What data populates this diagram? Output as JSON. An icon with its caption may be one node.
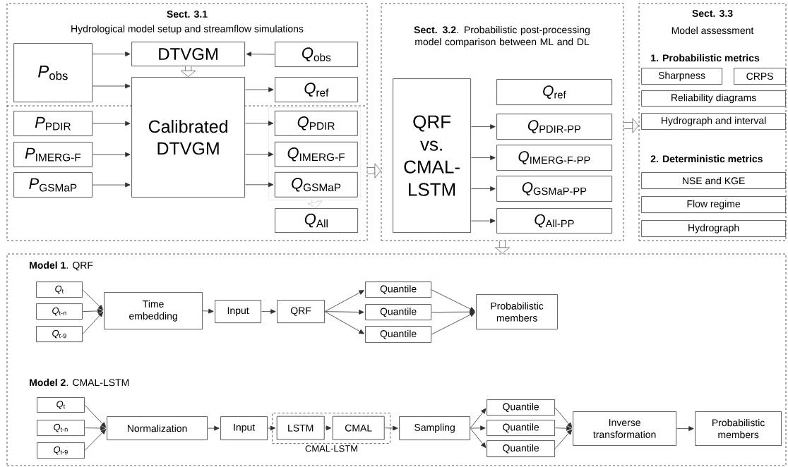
{
  "diagram": {
    "nodes": [
      {
        "text": [
          "Sect. 3.1",
          "Hydrological model setup and streamflow simulations"
        ]
      },
      {
        "text": [
          "*P*$_{obs}$"
        ],
        "in": 0
      },
      {
        "text": [
          "DTVGM"
        ],
        "in": 0
      },
      {
        "text": [
          "*Q*$_{obs}$"
        ],
        "in": 0
      },
      {
        "text": [
          "Calibrated DTVGM"
        ],
        "in": 0
      },
      {
        "text": [
          "*Q*$_{ref}$"
        ],
        "in": 0
      },
      {
        "text": [
          "*P*$_{PDIR}$"
        ],
        "in": 0
      },
      {
        "text": [
          "*P*$_{IMERG-F}$"
        ],
        "in": 0
      },
      {
        "text": [
          "*P*$_{GSMaP}$"
        ],
        "in": 0
      },
      {
        "text": [],
        "shape": "box",
        "in": 0
      },
      {
        "text": [
          "*Q*$_{PDIR}$"
        ],
        "in": 9
      },
      {
        "text": [
          "*Q*$_{IMERG-F}$"
        ],
        "in": 9
      },
      {
        "text": [
          "*Q*$_{GSMaP}$"
        ],
        "in": 9
      },
      {
        "text": [
          "*Q*$_{All}$"
        ],
        "in": 0
      },
      {
        "text": [
          "**Sect. 3.2**. Probabilistic post-processing model comparison between ML and DL"
        ]
      },
      {
        "text": [
          "QRF vs. CMAL-LSTM"
        ],
        "in": 14
      },
      {
        "text": [
          "*Q*$_{ref}$"
        ],
        "in": 14
      },
      {
        "text": [
          "*Q*$_{PDIR-PP}$"
        ],
        "in": 14
      },
      {
        "text": [
          "*Q*$_{IMERG-F-PP}$"
        ],
        "in": 14
      },
      {
        "text": [
          "*Q*$_{GSMaP-PP}$"
        ],
        "in": 14
      },
      {
        "text": [
          "*Q*$_{All-PP}$"
        ],
        "in": 14
      },
      {
        "text": [
          "Sect. 3.3",
          "Model assessment",
          "1. Probabilistic metrics",
          "2. Deterministic metrics"
        ]
      },
      {
        "text": [
          "Sharpness"
        ],
        "in": 21
      },
      {
        "text": [
          "CRPS"
        ],
        "in": 21
      },
      {
        "text": [
          "Reliability diagrams"
        ],
        "in": 21
      },
      {
        "text": [
          "Hydrograph and interval"
        ],
        "in": 21
      },
      {
        "text": [
          "NSE and KGE"
        ],
        "in": 21
      },
      {
        "text": [
          "Flow regime"
        ],
        "in": 21
      },
      {
        "text": [
          "Hydrograph"
        ],
        "in": 21
      },
      {
        "text": [
          "**Model 1**. QRF",
          "**Model 2**. CMAL-LSTM"
        ]
      },
      {
        "text": [
          "*Q*$_{t}$"
        ],
        "in": 29
      },
      {
        "text": [
          "*Q*$_{t-n}$"
        ],
        "in": 29
      },
      {
        "text": [
          "*Q*$_{t-9}$"
        ],
        "in": 29
      },
      {
        "text": [
          "Time embedding"
        ],
        "in": 29
      },
      {
        "text": [
          "Input"
        ],
        "in": 29
      },
      {
        "text": [
          "QRF"
        ],
        "in": 29
      },
      {
        "text": [
          "Quantile"
        ],
        "in": 29
      },
      {
        "text": [
          "Quantile"
        ],
        "in": 29
      },
      {
        "text": [
          "Quantile"
        ],
        "in": 29
      },
      {
        "text": [
          "Probabilistic members"
        ],
        "in": 29
      },
      {
        "text": [
          "*Q*$_{t}$"
        ],
        "in": 29
      },
      {
        "text": [
          "*Q*$_{t-n}$"
        ],
        "in": 29
      },
      {
        "text": [
          "*Q*$_{t-9}$"
        ],
        "in": 29
      },
      {
        "text": [
          "Normalization"
        ],
        "in": 29
      },
      {
        "text": [
          "Input"
        ],
        "in": 29
      },
      {
        "text": [
          "CMAL-LSTM"
        ],
        "in": 29
      },
      {
        "text": [
          "LSTM"
        ],
        "in": 45
      },
      {
        "text": [
          "CMAL"
        ],
        "in": 45
      },
      {
        "text": [
          "Sampling"
        ],
        "in": 29
      },
      {
        "text": [
          "Quantile"
        ],
        "in": 29
      },
      {
        "text": [
          "Quantile"
        ],
        "in": 29
      },
      {
        "text": [
          "Quantile"
        ],
        "in": 29
      },
      {
        "text": [
          "Inverse transformation"
        ],
        "in": 29
      },
      {
        "text": [
          "Probabilistic members"
        ],
        "in": 29
      }
    ],
    "edges": [
      {
        "from": 1,
        "to": 2,
        "arrow": "to"
      },
      {
        "from": 3,
        "to": 2,
        "arrow": "to"
      },
      {
        "from": 2,
        "to": 4,
        "arrow": "to",
        "style": "thick"
      },
      {
        "from": 1,
        "to": 4,
        "arrow": "to"
      },
      {
        "from": 4,
        "to": 5,
        "arrow": "to"
      },
      {
        "from": 6,
        "to": 4,
        "arrow": "to"
      },
      {
        "from": 7,
        "to": 4,
        "arrow": "to"
      },
      {
        "from": 8,
        "to": 4,
        "arrow": "to"
      },
      {
        "from": 4,
        "to": 10,
        "arrow": "to"
      },
      {
        "from": 4,
        "to": 11,
        "arrow": "to"
      },
      {
        "from": 4,
        "to": 12,
        "arrow": "to"
      },
      {
        "from": 9,
        "to": 13,
        "arrow": "to",
        "style": "thick",
        "color": "#bfbfbf"
      },
      {
        "from": 0,
        "to": 14,
        "arrow": "to",
        "style": "thick"
      },
      {
        "from": 15,
        "to": 17,
        "arrow": "to"
      },
      {
        "from": 15,
        "to": 18,
        "arrow": "to"
      },
      {
        "from": 15,
        "to": 19,
        "arrow": "to"
      },
      {
        "from": 15,
        "to": 20,
        "arrow": "to"
      },
      {
        "from": 14,
        "to": 21,
        "arrow": "to",
        "style": "thick"
      },
      {
        "from": 14,
        "to": 29,
        "arrow": "to",
        "style": "thick"
      },
      {
        "from": 30,
        "to": 33,
        "arrow": "to"
      },
      {
        "from": 31,
        "to": 33,
        "arrow": "to"
      },
      {
        "from": 32,
        "to": 33,
        "arrow": "to"
      },
      {
        "from": 33,
        "to": 34,
        "arrow": "to"
      },
      {
        "from": 34,
        "to": 35,
        "arrow": "to"
      },
      {
        "from": 35,
        "to": 36,
        "arrow": "to"
      },
      {
        "from": 35,
        "to": 37,
        "arrow": "to"
      },
      {
        "from": 35,
        "to": 38,
        "arrow": "to"
      },
      {
        "from": 36,
        "to": 39,
        "arrow": "to"
      },
      {
        "from": 37,
        "to": 39,
        "arrow": "to"
      },
      {
        "from": 38,
        "to": 39,
        "arrow": "to"
      },
      {
        "from": 40,
        "to": 43,
        "arrow": "to"
      },
      {
        "from": 41,
        "to": 43,
        "arrow": "to"
      },
      {
        "from": 42,
        "to": 43,
        "arrow": "to"
      },
      {
        "from": 43,
        "to": 44,
        "arrow": "to"
      },
      {
        "from": 44,
        "to": 46,
        "arrow": "to"
      },
      {
        "from": 46,
        "to": 47,
        "arrow": "to"
      },
      {
        "from": 47,
        "to": 48,
        "arrow": "to"
      },
      {
        "from": 48,
        "to": 49,
        "arrow": "to"
      },
      {
        "from": 48,
        "to": 50,
        "arrow": "to"
      },
      {
        "from": 48,
        "to": 51,
        "arrow": "to"
      },
      {
        "from": 49,
        "to": 52,
        "arrow": "to"
      },
      {
        "from": 50,
        "to": 52,
        "arrow": "to"
      },
      {
        "from": 51,
        "to": 52,
        "arrow": "to"
      },
      {
        "from": 52,
        "to": 53,
        "arrow": "to"
      }
    ]
  }
}
